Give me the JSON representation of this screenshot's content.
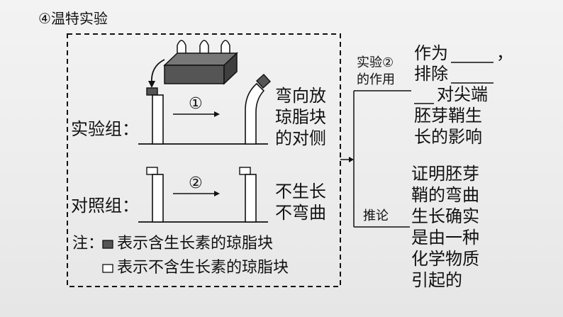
{
  "title": "④温特实验",
  "experimental_group_label": "实验组：",
  "control_group_label": "对照组：",
  "step1_label": "①",
  "step2_label": "②",
  "result_experimental": [
    "弯向放",
    "琼脂块",
    "的对侧"
  ],
  "result_control": [
    "不生长",
    "不弯曲"
  ],
  "note_prefix": "注：",
  "legend_with_auxin": "表示含生长素的琼脂块",
  "legend_without_auxin": "表示不含生长素的琼脂块",
  "role_label_line1": "实验②",
  "role_label_line2": "的作用",
  "role_text": [
    "作为",
    "，",
    "排除",
    "对尖端",
    "胚芽鞘生",
    "长的影响"
  ],
  "inference_label": "推论",
  "inference_text": [
    "证明胚芽",
    "鞘的弯曲",
    "生长确实",
    "是由一种",
    "化学物质",
    "引起的"
  ],
  "colors": {
    "agar_with_auxin": "#555555",
    "agar_without_auxin": "#ffffff",
    "line": "#111111"
  }
}
